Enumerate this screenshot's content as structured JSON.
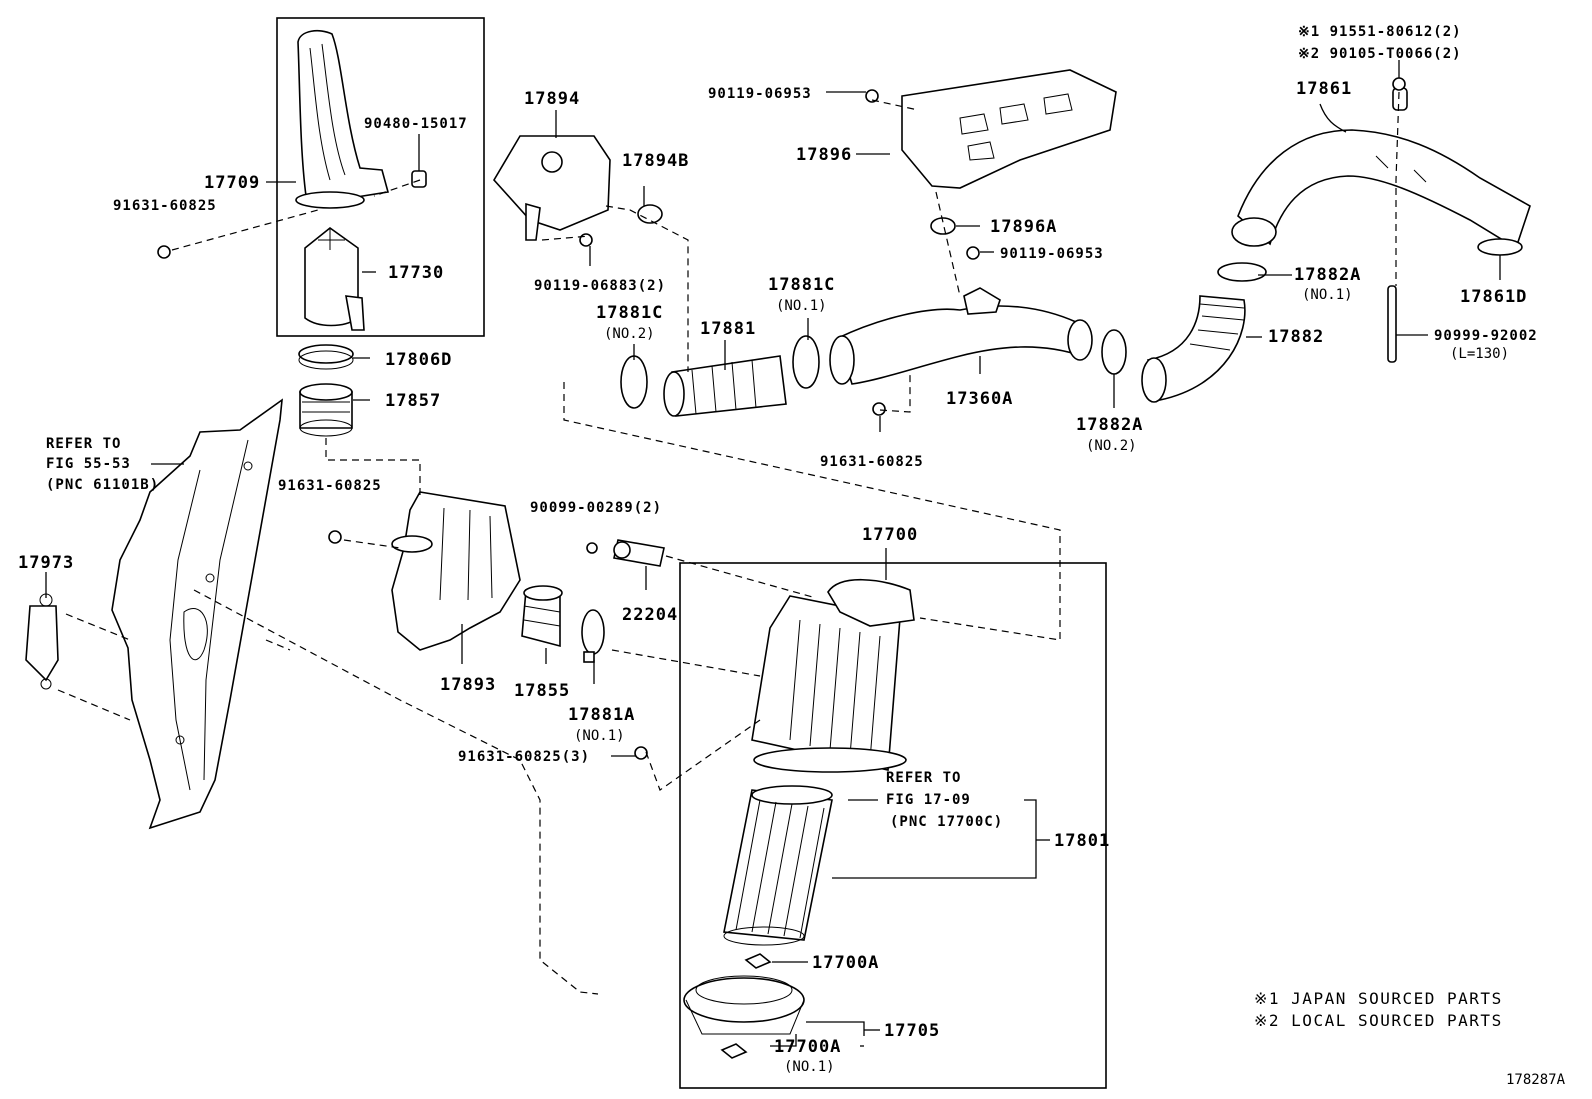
{
  "diagram_id": "178287A",
  "notes": [
    "※1 JAPAN SOURCED PARTS",
    "※2 LOCAL SOURCED PARTS"
  ],
  "labels": {
    "p17709": "17709",
    "p90480_15017": "90480-15017",
    "p91631_60825_a": "91631-60825",
    "p17730": "17730",
    "p17806D": "17806D",
    "p17857": "17857",
    "refer1": "REFER TO",
    "refer1_fig": "FIG 55-53",
    "refer1_pnc": "(PNC 61101B)",
    "p17973": "17973",
    "p91631_60825_b": "91631-60825",
    "p17893": "17893",
    "p17855": "17855",
    "p17881A": "17881A",
    "p17881A_sub": "(NO.1)",
    "p90099_00289": "90099-00289(2)",
    "p22204": "22204",
    "p91631_60825_3": "91631-60825(3)",
    "p17894": "17894",
    "p17894B": "17894B",
    "p90119_06883": "90119-06883(2)",
    "p17881C_1": "17881C",
    "p17881C_1_sub": "(NO.1)",
    "p17881C_2": "17881C",
    "p17881C_2_sub": "(NO.2)",
    "p17881": "17881",
    "p91631_60825_c": "91631-60825",
    "p90119_06953_a": "90119-06953",
    "p17896": "17896",
    "p17896A": "17896A",
    "p90119_06953_b": "90119-06953",
    "p17360A": "17360A",
    "p17882A_2": "17882A",
    "p17882A_2_sub": "(NO.2)",
    "p17882": "17882",
    "p17882A_1": "17882A",
    "p17882A_1_sub": "(NO.1)",
    "p17861": "17861",
    "p17861D": "17861D",
    "p90999_92002": "90999-92002",
    "p90999_92002_sub": "(L=130)",
    "mark1": "※1 91551-80612(2)",
    "mark2": "※2 90105-T0066(2)",
    "p17700": "17700",
    "refer2": "REFER TO",
    "refer2_fig": "FIG 17-09",
    "refer2_pnc": "(PNC 17700C)",
    "p17801": "17801",
    "p17700A": "17700A",
    "p17705": "17705",
    "p17700A_1": "17700A",
    "p17700A_1_sub": "(NO.1)"
  }
}
